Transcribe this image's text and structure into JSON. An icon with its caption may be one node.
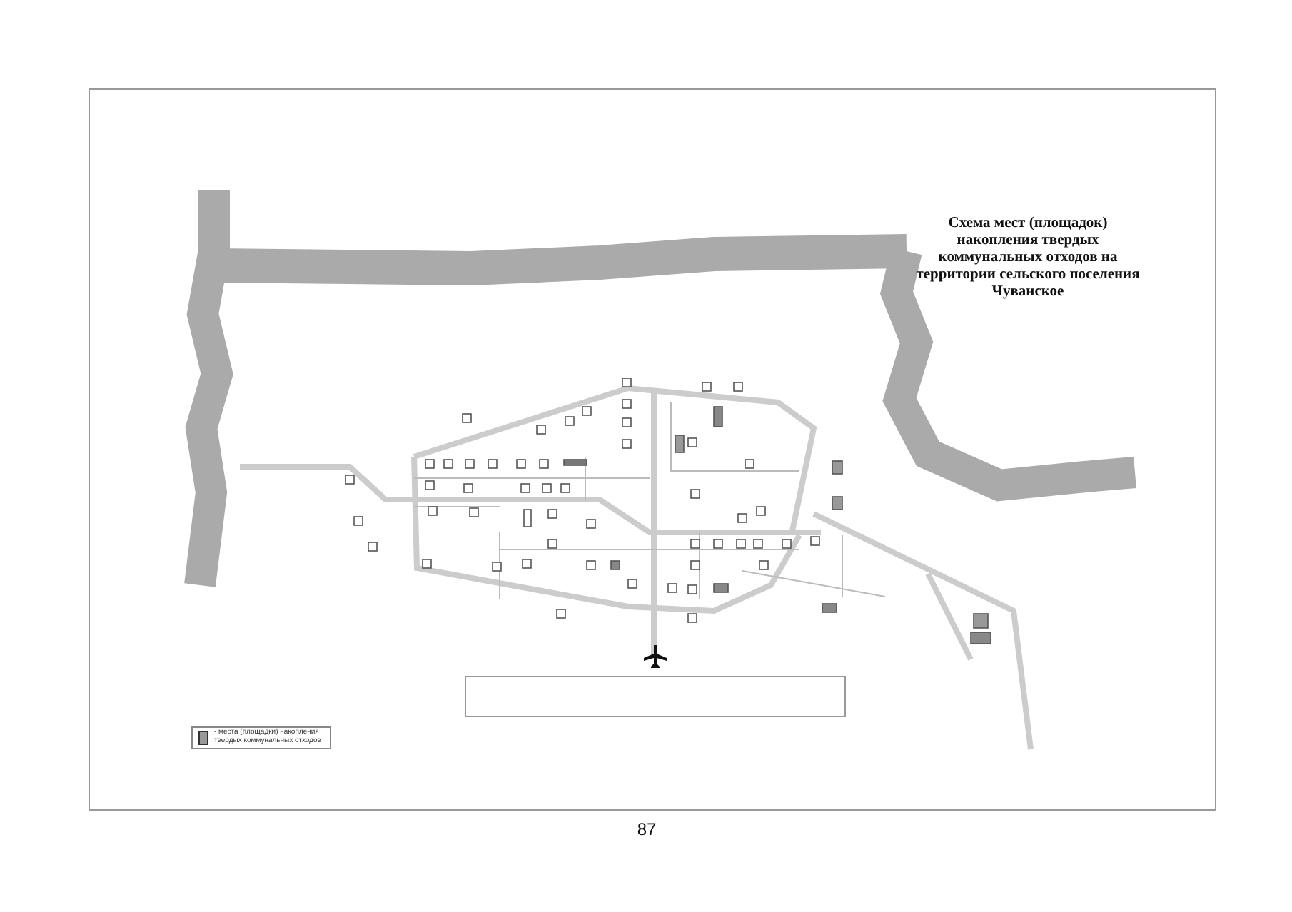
{
  "diagram": {
    "title": "Схема мест (площадок) накопления твердых коммунальных отходов на территории сельского поселения Чуванское",
    "labels": [
      "87"
    ],
    "legend": [
      {
        "text": "- места (площадки) накопления твердых коммунальных отходов"
      }
    ]
  }
}
